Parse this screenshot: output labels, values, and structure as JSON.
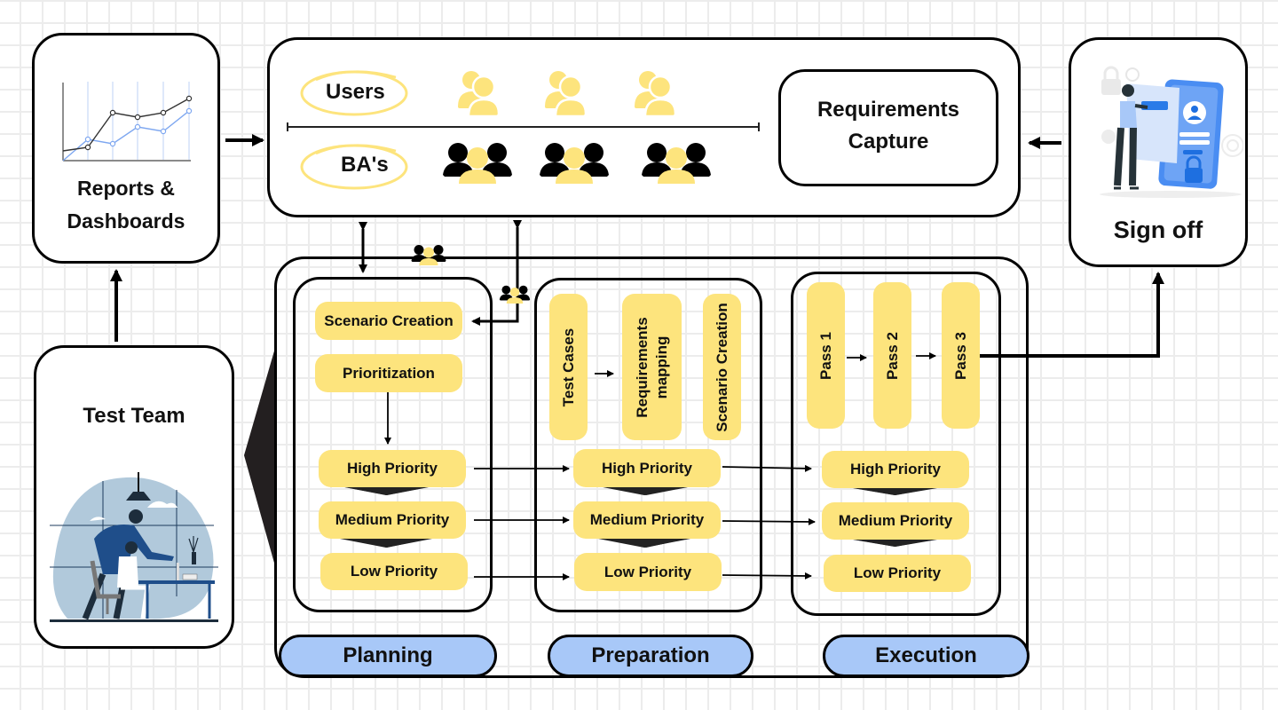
{
  "reports": {
    "title_line1": "Reports &",
    "title_line2": "Dashboards"
  },
  "requirements_panel": {
    "users_label": "Users",
    "bas_label": "BA's",
    "capture_line1": "Requirements",
    "capture_line2": "Capture"
  },
  "signoff": {
    "title": "Sign off"
  },
  "test_team": {
    "title": "Test Team"
  },
  "planning": {
    "scenario_creation": "Scenario Creation",
    "prioritization": "Prioritization",
    "priorities": [
      "High Priority",
      "Medium Priority",
      "Low Priority"
    ]
  },
  "preparation": {
    "test_cases": "Test Cases",
    "requirements_mapping_line1": "Requirements",
    "requirements_mapping_line2": "mapping",
    "scenario_creation": "Scenario Creation",
    "priorities": [
      "High Priority",
      "Medium Priority",
      "Low Priority"
    ]
  },
  "execution": {
    "passes": [
      "Pass 1",
      "Pass 2",
      "Pass 3"
    ],
    "priorities": [
      "High Priority",
      "Medium Priority",
      "Low Priority"
    ]
  },
  "phases": [
    "Planning",
    "Preparation",
    "Execution"
  ],
  "colors": {
    "yellow": "#fde47d",
    "phase_blue": "#a8c8f8",
    "stroke": "#000000",
    "grid": "#ececec"
  },
  "icons": {
    "users_group": "users-icon",
    "ba_group": "ba-team-icon"
  }
}
